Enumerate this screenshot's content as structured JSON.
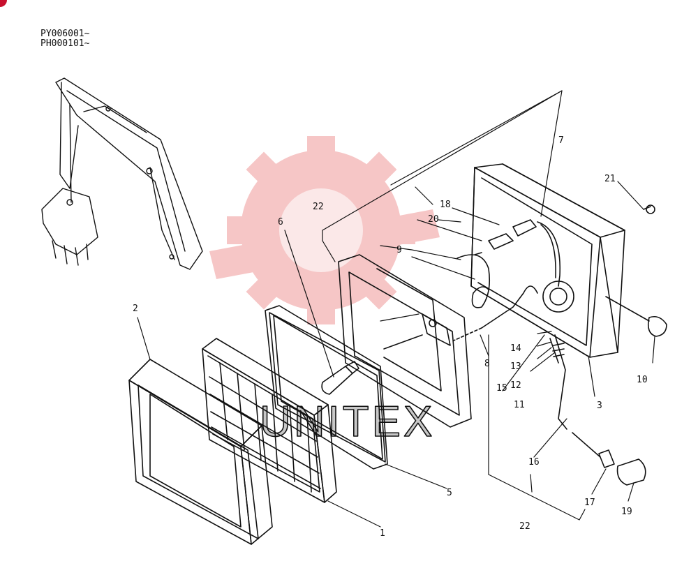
{
  "header": {
    "serial_1": "PY006001~",
    "serial_2": "PH000101~"
  },
  "watermark": {
    "text": "UNITEX",
    "color": "#f2a0a0"
  },
  "accent_color": "#c8102e",
  "labels": {
    "l1": "1",
    "l2": "2",
    "l3": "3",
    "l5": "5",
    "l6": "6",
    "l7": "7",
    "l8": "8",
    "l9": "9",
    "l10": "10",
    "l11": "11",
    "l12": "12",
    "l13": "13",
    "l14": "14",
    "l15": "15",
    "l16": "16",
    "l17": "17",
    "l18": "18",
    "l19": "19",
    "l20": "20",
    "l21": "21",
    "l22a": "22",
    "l22b": "22"
  }
}
